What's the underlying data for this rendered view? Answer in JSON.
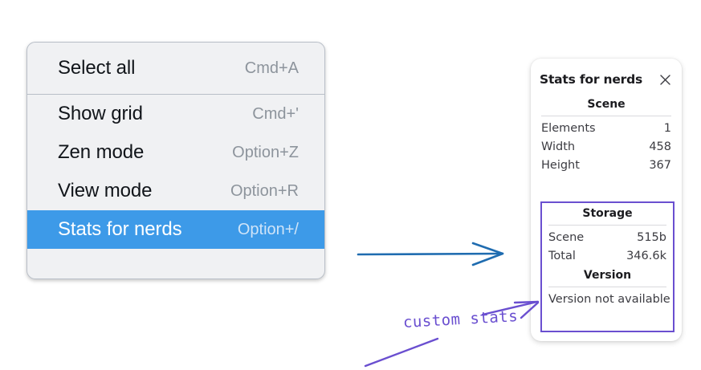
{
  "menu": {
    "groups": [
      {
        "items": [
          {
            "label": "Select all",
            "shortcut": "Cmd+A",
            "selected": false
          }
        ]
      },
      {
        "items": [
          {
            "label": "Show grid",
            "shortcut": "Cmd+'",
            "selected": false
          },
          {
            "label": "Zen mode",
            "shortcut": "Option+Z",
            "selected": false
          },
          {
            "label": "View mode",
            "shortcut": "Option+R",
            "selected": false
          },
          {
            "label": "Stats for nerds",
            "shortcut": "Option+/",
            "selected": true
          }
        ]
      }
    ],
    "items": [
      {
        "label": "Select all",
        "shortcut": "Cmd+A"
      },
      {
        "label": "Show grid",
        "shortcut": "Cmd+'"
      },
      {
        "label": "Zen mode",
        "shortcut": "Option+Z"
      },
      {
        "label": "View mode",
        "shortcut": "Option+R"
      },
      {
        "label": "Stats for nerds",
        "shortcut": "Option+/"
      }
    ],
    "highlight_color": "#3d9ae8"
  },
  "stats_panel": {
    "title": "Stats for nerds",
    "close_icon": "close-icon",
    "scene": {
      "heading": "Scene",
      "rows": [
        {
          "key": "Elements",
          "value": "1"
        },
        {
          "key": "Width",
          "value": "458"
        },
        {
          "key": "Height",
          "value": "367"
        }
      ]
    },
    "storage": {
      "heading": "Storage",
      "rows": [
        {
          "key": "Scene",
          "value": "515b"
        },
        {
          "key": "Total",
          "value": "346.6k"
        }
      ]
    },
    "version": {
      "heading": "Version",
      "text": "Version not available"
    },
    "highlight_border_color": "#6a4fd0"
  },
  "annotations": {
    "custom_stats_label": "custom stats",
    "arrow_blue_color": "#1f6cb0",
    "arrow_purple_color": "#6a4fd0"
  }
}
